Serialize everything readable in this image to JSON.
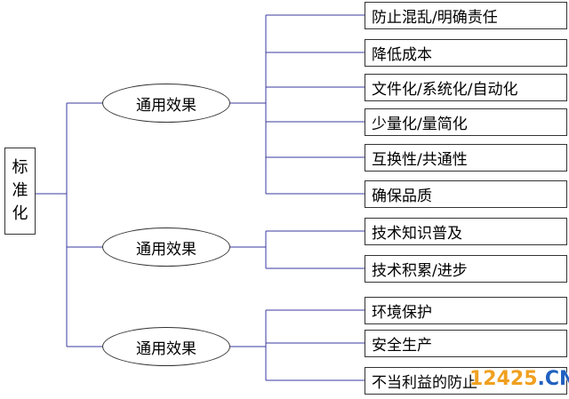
{
  "root": {
    "chars": [
      "标",
      "准",
      "化"
    ]
  },
  "groups": [
    {
      "label": "通用效果",
      "items": [
        "防止混乱/明确责任",
        "降低成本",
        "文件化/系统化/自动化",
        "少量化/量简化",
        "互换性/共通性",
        "确保品质"
      ]
    },
    {
      "label": "通用效果",
      "items": [
        "技术知识普及",
        "技术积累/进步"
      ]
    },
    {
      "label": "通用效果",
      "items": [
        "环境保护",
        "安全生产",
        "不当利益的防止"
      ]
    }
  ],
  "watermark": {
    "part_a": "12425",
    "part_b": ".CN"
  },
  "colors": {
    "connector": "#3a3aa0",
    "border": "#333333",
    "watermark_a": "#f0a020",
    "watermark_b": "#2060c0"
  }
}
